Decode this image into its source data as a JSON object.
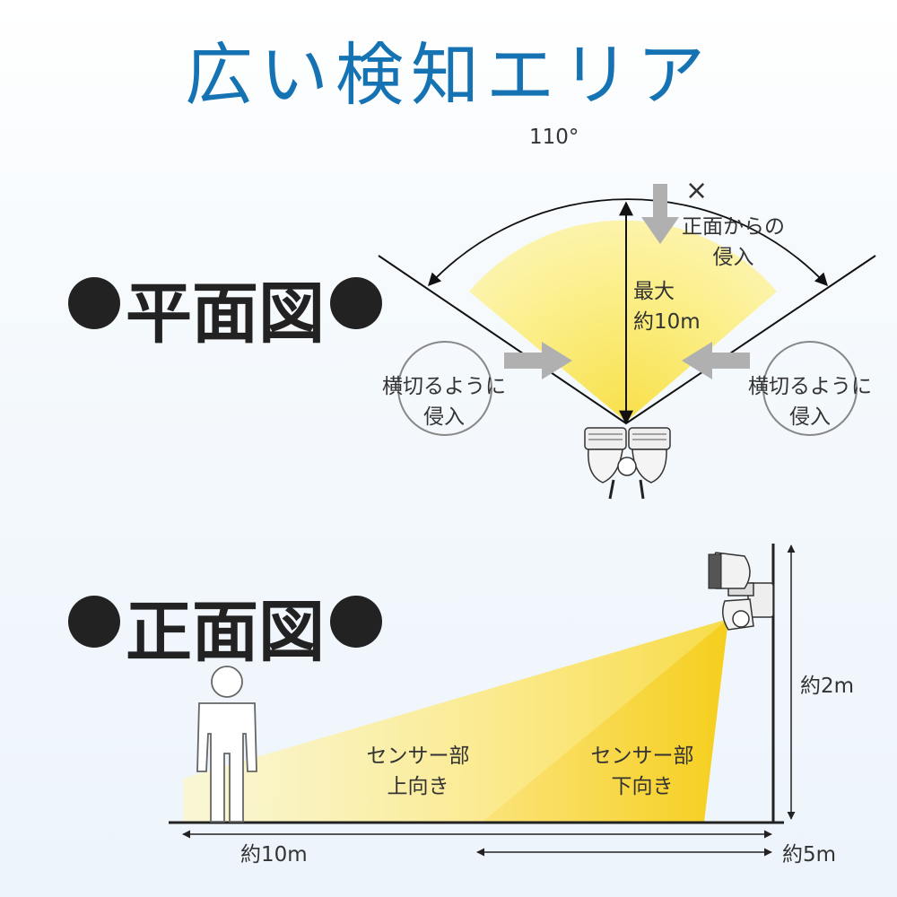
{
  "title": "広い検知エリア",
  "plan_view": {
    "label": "平面図",
    "angle_label": "110°",
    "front_x_mark": "×",
    "front_intrusion": [
      "正面からの",
      "侵入"
    ],
    "max_distance": [
      "最大",
      "約10m"
    ],
    "side_intrusion_left": [
      "横切るように",
      "侵入"
    ],
    "side_intrusion_right": [
      "横切るように",
      "侵入"
    ]
  },
  "front_view": {
    "label": "正面図",
    "sensor_up": [
      "センサー部",
      "上向き"
    ],
    "sensor_down": [
      "センサー部",
      "下向き"
    ],
    "height_label": "約2m",
    "distance_up_label": "約10m",
    "distance_down_label": "約5m"
  },
  "colors": {
    "title": "#1673b3",
    "zone_light": "#fdf3a0",
    "zone_strong": "#f7d628",
    "arrow_gray": "#b0b0b0"
  }
}
